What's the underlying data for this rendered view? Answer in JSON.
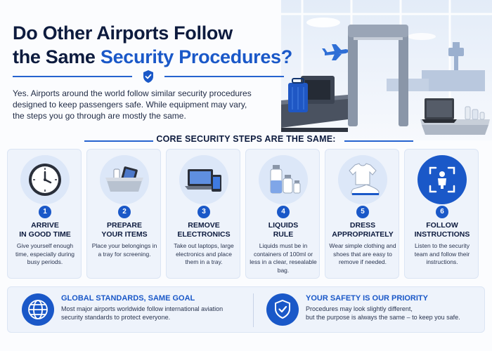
{
  "hero": {
    "title_line1": "Do Other Airports Follow",
    "title_line2_prefix": "the Same ",
    "title_line2_highlight": "Security Procedures?",
    "intro": "Yes. Airports around the world follow similar security procedures designed to keep passengers safe. While equipment may vary, the steps you go through are mostly the same."
  },
  "steps_heading": "CORE SECURITY STEPS ARE THE SAME:",
  "steps": [
    {
      "number": "1",
      "title_line1": "ARRIVE",
      "title_line2": "IN GOOD TIME",
      "icon": "clock-icon",
      "desc": "Give yourself enough time, especially during busy periods."
    },
    {
      "number": "2",
      "title_line1": "PREPARE",
      "title_line2": "YOUR ITEMS",
      "icon": "tray-icon",
      "desc": "Place your belongings in a tray for screening."
    },
    {
      "number": "3",
      "title_line1": "REMOVE",
      "title_line2": "ELECTRONICS",
      "icon": "laptop-phone-icon",
      "desc": "Take out laptops, large electronics and place them in a tray."
    },
    {
      "number": "4",
      "title_line1": "LIQUIDS",
      "title_line2": "RULE",
      "icon": "liquid-bottles-icon",
      "desc": "Liquids must be in containers of 100ml or less in a clear, resealable bag."
    },
    {
      "number": "5",
      "title_line1": "DRESS",
      "title_line2": "APPROPRIATELY",
      "icon": "shirt-shoe-icon",
      "desc": "Wear simple clothing and shoes that are easy to remove if needed."
    },
    {
      "number": "6",
      "title_line1": "FOLLOW",
      "title_line2": "INSTRUCTIONS",
      "icon": "person-scan-icon",
      "desc": "Listen to the security team and follow their instructions."
    }
  ],
  "bottom": {
    "left": {
      "icon": "globe-icon",
      "title": "GLOBAL STANDARDS, SAME GOAL",
      "text_line1": "Most major airports worldwide follow international aviation",
      "text_line2": "security standards to protect everyone."
    },
    "right": {
      "icon": "shield-check-icon",
      "title": "YOUR SAFETY IS OUR PRIORITY",
      "text_line1": "Procedures may look slightly different,",
      "text_line2": "but the purpose is always the same – to keep you safe."
    }
  },
  "colors": {
    "accent": "#1a58c8",
    "title": "#0d1b3e",
    "card": "#eef3fb",
    "circle": "#dce7f8"
  }
}
